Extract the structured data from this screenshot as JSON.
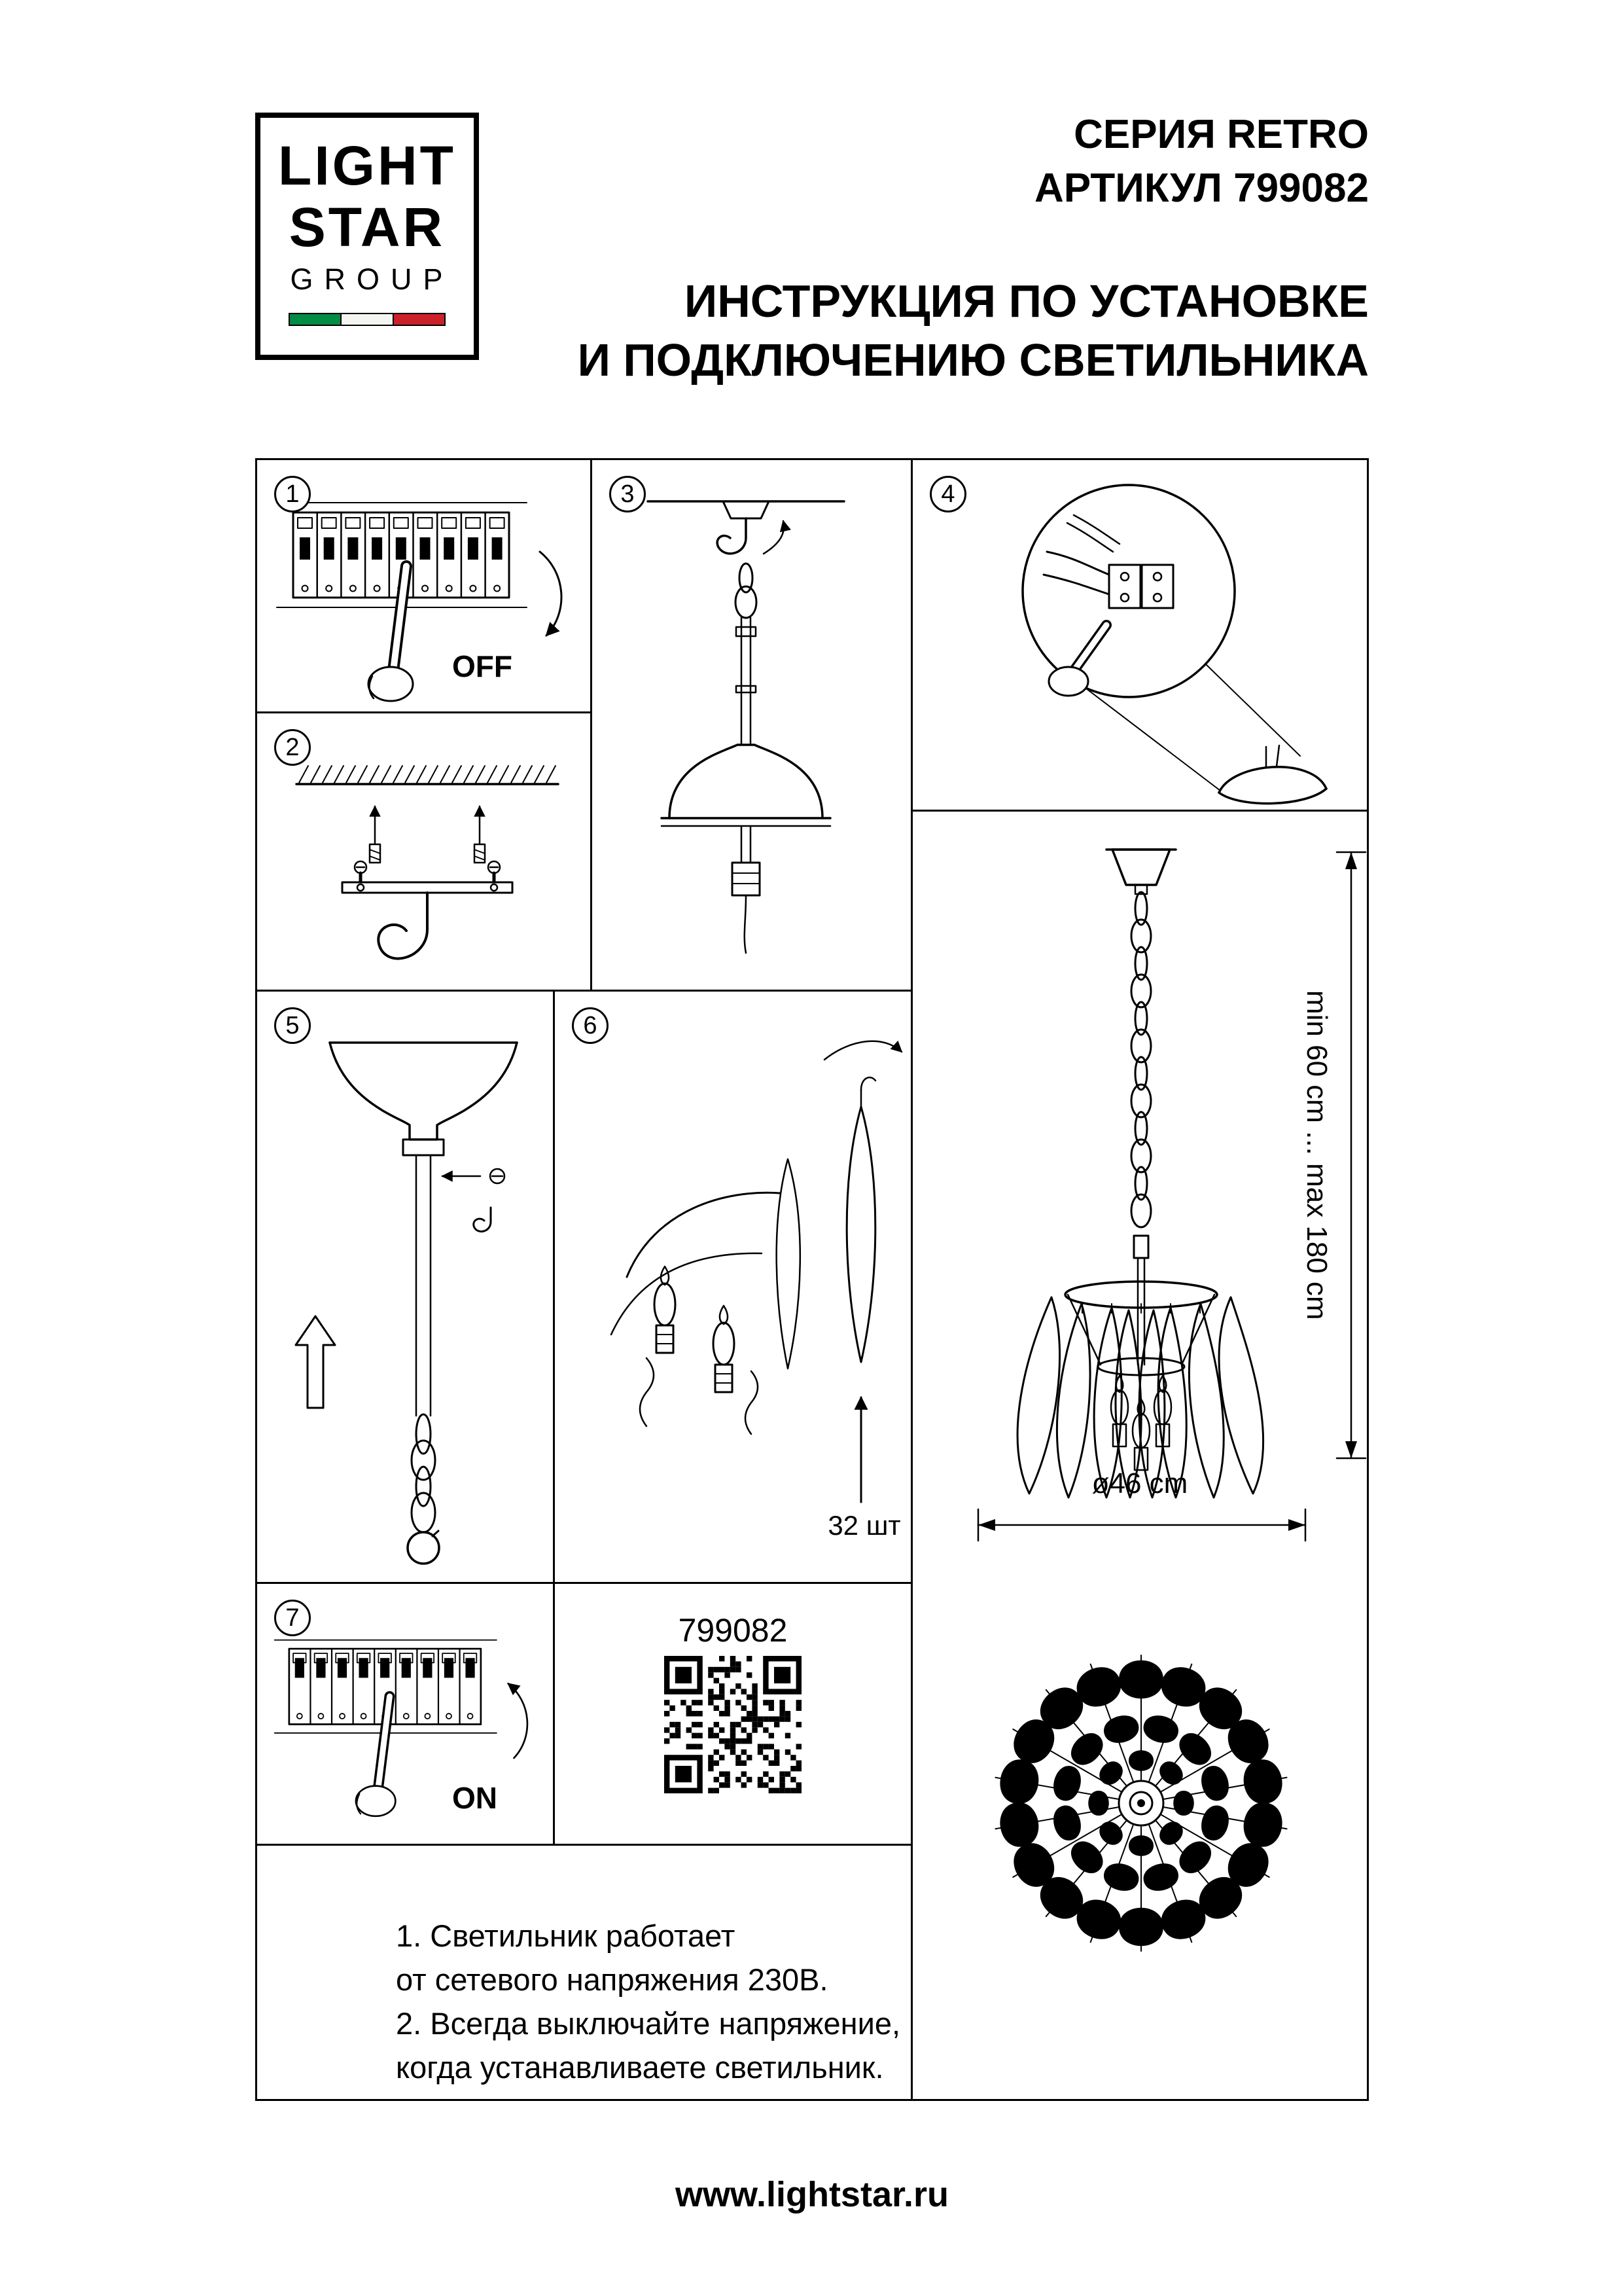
{
  "logo": {
    "line1": "LIGHT",
    "line2": "STAR",
    "line3": "GROUP",
    "flag": {
      "green": "#008C45",
      "white": "#F4F5F0",
      "red": "#CD212A"
    }
  },
  "header": {
    "series": "СЕРИЯ RETRO",
    "article": "АРТИКУЛ 799082",
    "title_line1": "ИНСТРУКЦИЯ ПО УСТАНОВКЕ",
    "title_line2": "И ПОДКЛЮЧЕНИЮ СВЕТИЛЬНИКА"
  },
  "steps": {
    "s1": {
      "number": "1",
      "label": "OFF"
    },
    "s2": {
      "number": "2"
    },
    "s3": {
      "number": "3"
    },
    "s4": {
      "number": "4"
    },
    "s5": {
      "number": "5"
    },
    "s6": {
      "number": "6",
      "label": "32 шт"
    },
    "s7": {
      "number": "7",
      "label": "ON"
    }
  },
  "qr": {
    "article": "799082"
  },
  "dimensions": {
    "height": "min 60 cm ... max 180 cm",
    "diameter": "ø46 cm"
  },
  "notes": {
    "line1": "1. Светильник работает",
    "line2": "от сетевого напряжения 230В.",
    "line3": "2. Всегда выключайте напряжение,",
    "line4": "когда устанавливаете светильник."
  },
  "footer": {
    "website": "www.lightstar.ru"
  }
}
